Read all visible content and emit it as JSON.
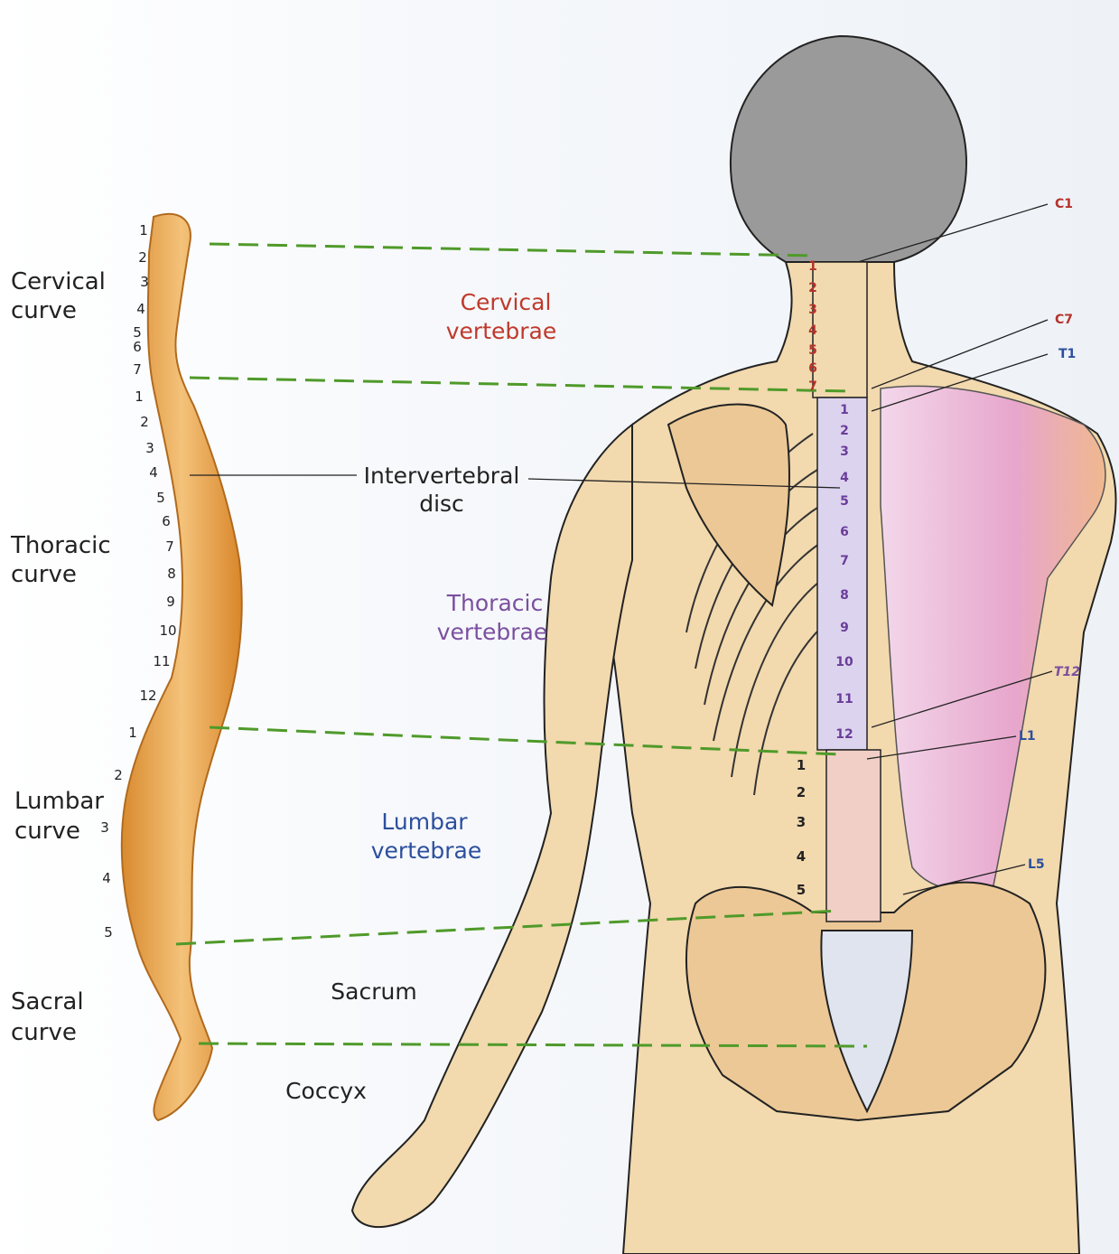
{
  "curves": {
    "cervical": [
      "Cervical",
      "curve"
    ],
    "thoracic": [
      "Thoracic",
      "curve"
    ],
    "lumbar": [
      "Lumbar",
      "curve"
    ],
    "sacral": [
      "Sacral",
      "curve"
    ]
  },
  "regions": {
    "cervical": [
      "Cervical",
      "vertebrae"
    ],
    "disc": [
      "Intervertebral",
      "disc"
    ],
    "thoracic": [
      "Thoracic",
      "vertebrae"
    ],
    "lumbar": [
      "Lumbar",
      "vertebrae"
    ],
    "sacrum": "Sacrum",
    "coccyx": "Coccyx"
  },
  "markers": {
    "c1": "C1",
    "c7": "C7",
    "t1": "T1",
    "t12": "T12",
    "l1": "L1",
    "l5": "L5"
  },
  "lateral_numbers": {
    "cervical": [
      "1",
      "2",
      "3",
      "4",
      "5",
      "6",
      "7"
    ],
    "thoracic": [
      "1",
      "2",
      "3",
      "4",
      "5",
      "6",
      "7",
      "8",
      "9",
      "10",
      "11",
      "12"
    ],
    "lumbar": [
      "1",
      "2",
      "3",
      "4",
      "5"
    ]
  },
  "back_numbers": {
    "cervical": [
      "1",
      "2",
      "3",
      "4",
      "5",
      "6",
      "7"
    ],
    "thoracic": [
      "1",
      "2",
      "3",
      "4",
      "5",
      "6",
      "7",
      "8",
      "9",
      "10",
      "11",
      "12"
    ],
    "lumbar": [
      "1",
      "2",
      "3",
      "4",
      "5"
    ]
  },
  "colors": {
    "connector": "#4f9a2a",
    "cervical": "#c0392b",
    "thoracic": "#7b4fa0",
    "lumbar": "#2c4f9e"
  }
}
